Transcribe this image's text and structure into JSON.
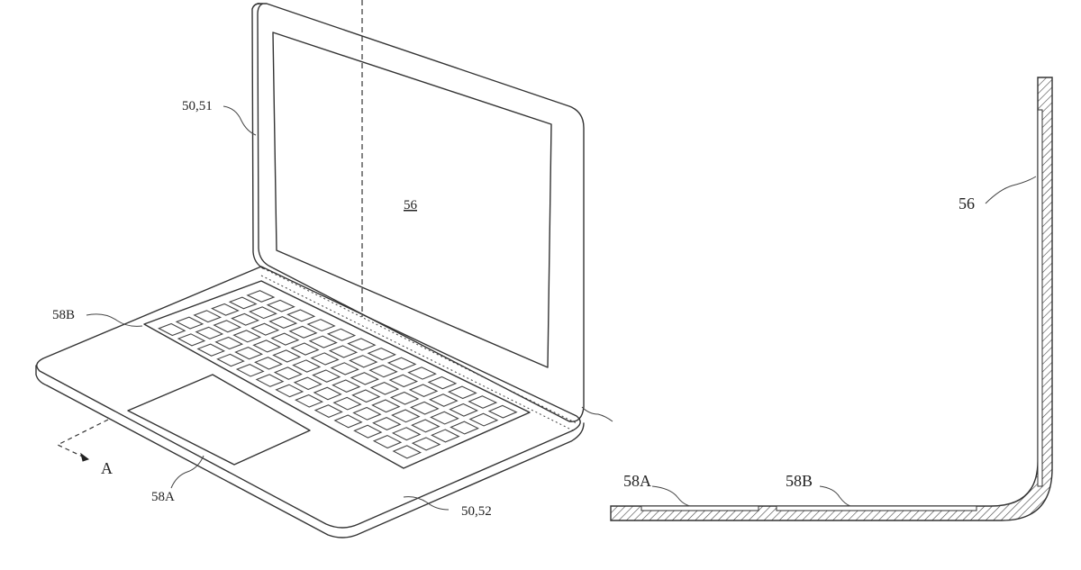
{
  "figure": {
    "left_labels": {
      "lid": "50,51",
      "display": "56",
      "keyboard": "58B",
      "trackpad": "58A",
      "base": "50,52",
      "arrow": "A"
    },
    "right_labels": {
      "display": "56",
      "trackpad": "58A",
      "keyboard": "58B"
    }
  }
}
